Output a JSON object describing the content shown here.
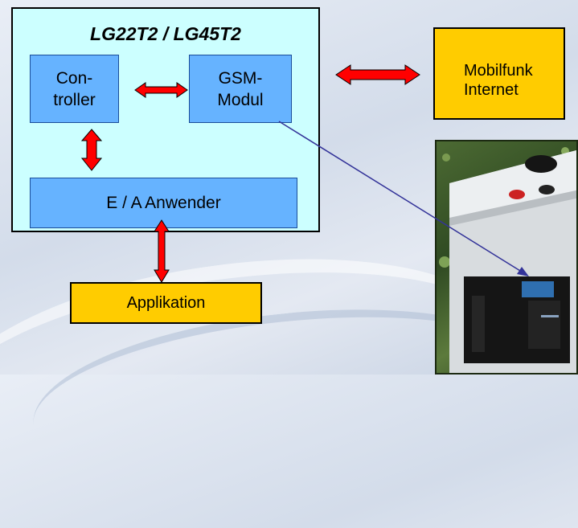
{
  "device": {
    "title": "LG22T2 / LG45T2",
    "controller_label": "Con-\ntroller",
    "gsm_label": "GSM-\nModul",
    "io_label": "E / A  Anwender"
  },
  "network": {
    "label": "Mobilfunk\nInternet"
  },
  "application": {
    "label": "Applikation"
  },
  "colors": {
    "device_bg": "#ccffff",
    "module_fill": "#66b3ff",
    "external_fill": "#ffcc00",
    "arrow_fill": "#ff0000",
    "connector_line": "#333399"
  }
}
